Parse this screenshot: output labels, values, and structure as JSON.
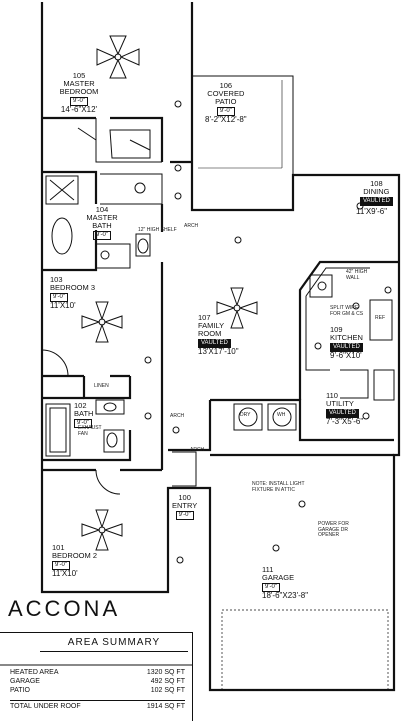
{
  "rooms": [
    {
      "num": "105",
      "name": "MASTER BEDROOM",
      "ceiling": "9'-0\"",
      "size": "14'-6\"X12'"
    },
    {
      "num": "106",
      "name": "COVERED PATIO",
      "ceiling": "9'-0\"",
      "size": "8'-2\"X12'-8\""
    },
    {
      "num": "108",
      "name": "DINING",
      "ceiling": "VAULTED",
      "size": "11'X9'-6\""
    },
    {
      "num": "104",
      "name": "MASTER BATH",
      "ceiling": "9'-0\"",
      "size": ""
    },
    {
      "num": "103",
      "name": "BEDROOM 3",
      "ceiling": "9'-0\"",
      "size": "11'X10'"
    },
    {
      "num": "107",
      "name": "FAMILY ROOM",
      "ceiling": "VAULTED",
      "size": "13'X17'-10\""
    },
    {
      "num": "109",
      "name": "KITCHEN",
      "ceiling": "VAULTED",
      "size": "9'-6\"X10'"
    },
    {
      "num": "102",
      "name": "BATH",
      "ceiling": "9'-0\"",
      "size": ""
    },
    {
      "num": "110",
      "name": "UTILITY",
      "ceiling": "VAULTED",
      "size": "7'-3\"X5'-6\""
    },
    {
      "num": "100",
      "name": "ENTRY",
      "ceiling": "9'-0\"",
      "size": ""
    },
    {
      "num": "101",
      "name": "BEDROOM 2",
      "ceiling": "9'-0\"",
      "size": "11'X10'"
    },
    {
      "num": "111",
      "name": "GARAGE",
      "ceiling": "9'-0\"",
      "size": "18'-6\"X23'-8\""
    }
  ],
  "notes": {
    "arch1": "ARCH",
    "arch2": "ARCH",
    "arch3": "ARCH",
    "shelf": "12\" HIGH SHELF",
    "fixture": "NOTE: INSTALL LIGHT FIXTURE IN ATTIC",
    "opener": "POWER FOR GARAGE DR OPENER",
    "bar": "42\" HIGH WALL",
    "split": "SPLIT WIRE FOR GM & CS",
    "fan": "EXHAUST FAN",
    "dryer": "DRY",
    "washer": "WH",
    "ref": "REF",
    "linen": "LINEN"
  },
  "title": "ACCONA",
  "summary": {
    "heading": "AREA SUMMARY",
    "rows": [
      {
        "label": "HEATED AREA",
        "value": "1320 SQ FT"
      },
      {
        "label": "GARAGE",
        "value": "492 SQ FT"
      },
      {
        "label": "PATIO",
        "value": "102 SQ FT"
      },
      {
        "label": "TOTAL UNDER ROOF",
        "value": "1914 SQ FT"
      }
    ]
  }
}
